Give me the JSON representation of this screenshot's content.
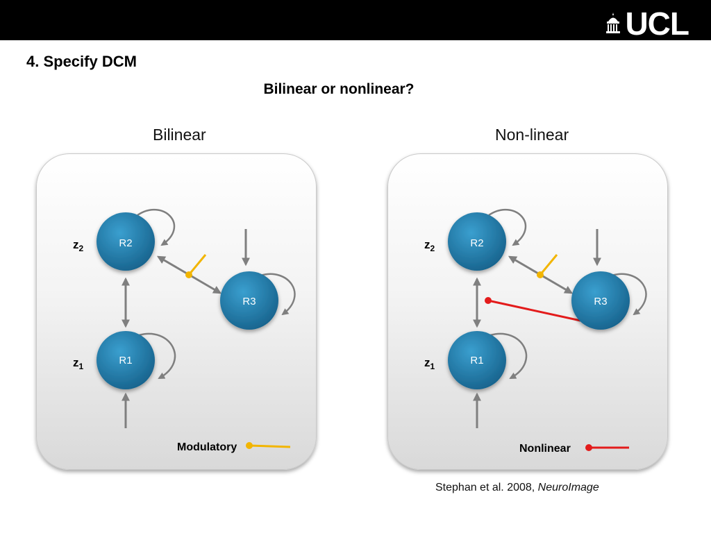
{
  "header": {
    "logo_text": "UCL",
    "logo_icon": "portico-dome-icon",
    "bar_color": "#000000"
  },
  "slide": {
    "title": "4. Specify DCM",
    "subtitle": "Bilinear or nonlinear?"
  },
  "panels": {
    "left": {
      "heading": "Bilinear",
      "nodes": {
        "r1": "R1",
        "r2": "R2",
        "r3": "R3"
      },
      "inputs": {
        "z1_base": "z",
        "z1_sub": "1",
        "z2_base": "z",
        "z2_sub": "2"
      },
      "legend_label": "Modulatory"
    },
    "right": {
      "heading": "Non-linear",
      "nodes": {
        "r1": "R1",
        "r2": "R2",
        "r3": "R3"
      },
      "inputs": {
        "z1_base": "z",
        "z1_sub": "1",
        "z2_base": "z",
        "z2_sub": "2"
      },
      "legend_label": "Nonlinear"
    }
  },
  "colors": {
    "node_fill": "#1f7bab",
    "connection": "#7f7f7f",
    "modulatory": "#f2b500",
    "nonlinear": "#e31b1b"
  },
  "citation": {
    "text": "Stephan et al. 2008, ",
    "journal": "NeuroImage"
  }
}
